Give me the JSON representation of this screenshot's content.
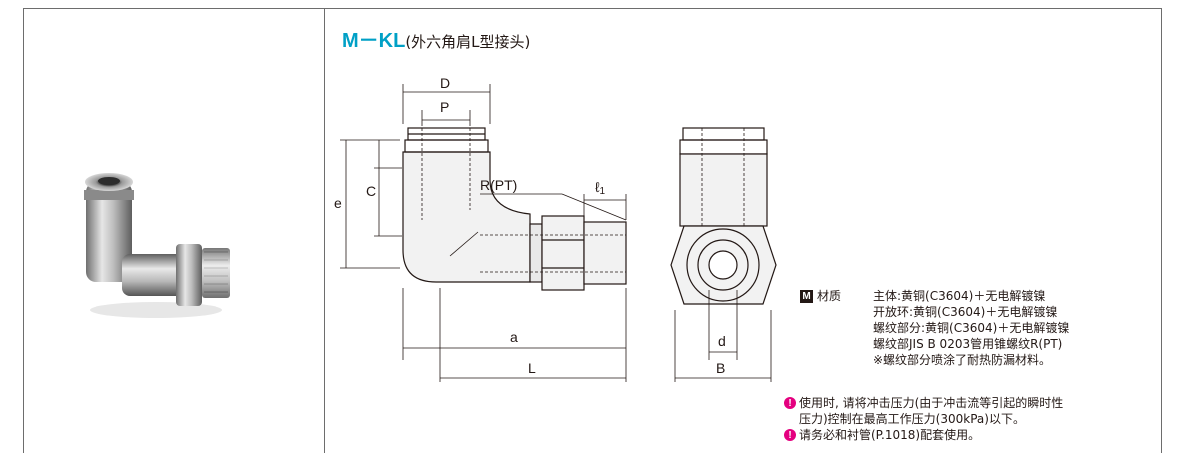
{
  "title": {
    "code": "M－KL",
    "name": "(外六角肩L型接头)"
  },
  "drawing": {
    "labels": {
      "D": "D",
      "P": "P",
      "C": "C",
      "e": "e",
      "R": "R(PT)",
      "l1_main": "ℓ",
      "l1_sub": "1",
      "a": "a",
      "L": "L",
      "d": "d",
      "B": "B"
    }
  },
  "material": {
    "badge": "M",
    "label": "材质",
    "lines": [
      "主体:黄铜(C3604)＋无电解镀镍",
      "开放环:黄铜(C3604)＋无电解镀镍",
      "螺纹部分:黄铜(C3604)＋无电解镀镍",
      "螺纹部JIS B 0203管用锥螺纹R(PT)",
      "※螺纹部分喷涂了耐热防漏材料。"
    ]
  },
  "notes": [
    {
      "text": "使用时, 请将冲击压力(由于冲击流等引起的瞬时性",
      "cont": "压力)控制在最高工作压力(300kPa)以下。"
    },
    {
      "text": "请务必和衬管(P.1018)配套使用。",
      "cont": ""
    }
  ],
  "colors": {
    "accent": "#00a0c6",
    "warning": "#e4007f",
    "text": "#231815",
    "border": "#6d6d6d"
  }
}
